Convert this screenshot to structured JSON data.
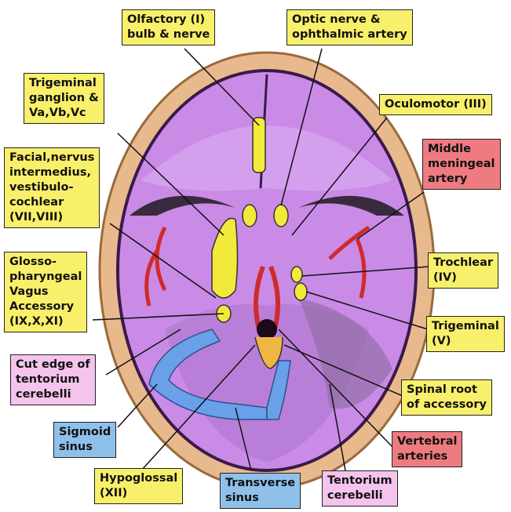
{
  "colors": {
    "label_yellow": "#f8f06a",
    "label_red": "#ee7b80",
    "label_pink": "#f4c4ec",
    "label_blue": "#8fc0ea",
    "skull_bone": "#e9b98e",
    "dura_purple": "#c98be6",
    "artery_red": "#d02a2a",
    "nerve_yellow": "#f2ea3a",
    "sinus_blue": "#6aa0e8"
  },
  "labels": {
    "olfactory": "Olfactory (I)\nbulb & nerve",
    "optic": "Optic nerve &\nophthalmic artery",
    "trigeminal_ganglion": "Trigeminal\nganglion &\nVa,Vb,Vc",
    "oculomotor": "Oculomotor (III)",
    "facial": "Facial,nervus\nintermedius,\nvestibulo-\ncochlear\n(VII,VIII)",
    "middle_meningeal": "Middle\nmeningeal\nartery",
    "glosso": "Glosso-\npharyngeal\nVagus\nAccessory\n(IX,X,XI)",
    "trochlear": "Trochlear\n(IV)",
    "trigeminal": "Trigeminal\n(V)",
    "cut_edge": "Cut edge of\ntentorium\ncerebelli",
    "spinal_root": "Spinal root\nof accessory",
    "sigmoid": "Sigmoid\nsinus",
    "vertebral": "Vertebral\narteries",
    "hypoglossal": "Hypoglossal\n(XII)",
    "transverse": "Transverse\nsinus",
    "tentorium": "Tentorium\ncerebelli"
  }
}
